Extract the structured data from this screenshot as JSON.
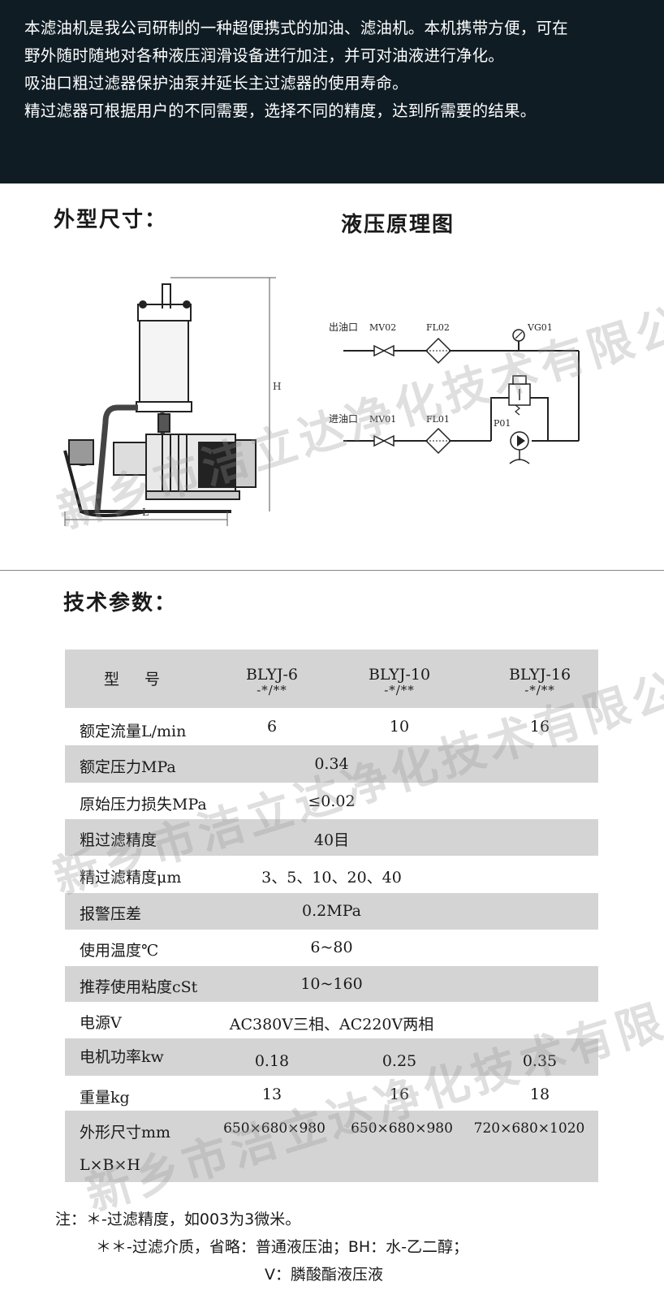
{
  "intro": {
    "lines": [
      "本滤油机是我公司研制的一种超便携式的加油、滤油机。本机携带方便，可在",
      "野外随时随地对各种液压润滑设备进行加注，并可对油液进行净化。",
      "吸油口粗过滤器保护油泵并延长主过滤器的使用寿命。",
      "精过滤器可根据用户的不同需要，选择不同的精度，达到所需要的结果。"
    ]
  },
  "sections": {
    "dimensions_title": "外型尺寸：",
    "schematic_title": "液压原理图",
    "specs_title": "技术参数："
  },
  "drawing": {
    "height_label": "H",
    "length_label": "L"
  },
  "schematic": {
    "outlet_label": "出油口",
    "inlet_label": "进油口",
    "mv02": "MV02",
    "mv01": "MV01",
    "fl02": "FL02",
    "fl01": "FL01",
    "vg01": "VG01",
    "p01": "P01"
  },
  "watermark": "新乡市洁立达净化技术有限公司",
  "table": {
    "header": {
      "label": "型　号",
      "models": [
        "BLYJ-6",
        "BLYJ-10",
        "BLYJ-16"
      ],
      "model_suffix": "-*/**"
    },
    "rows": [
      {
        "label": "额定流量L/min",
        "values": [
          "6",
          "10",
          "16"
        ]
      },
      {
        "label": "额定压力MPa",
        "value": "0.34"
      },
      {
        "label": "原始压力损失MPa",
        "value": "≤0.02"
      },
      {
        "label": "粗过滤精度",
        "value": "40目"
      },
      {
        "label": "精过滤精度μm",
        "value": "3、5、10、20、40"
      },
      {
        "label": "报警压差",
        "value": "0.2MPa"
      },
      {
        "label": "使用温度℃",
        "value": "6~80"
      },
      {
        "label": "推荐使用粘度cSt",
        "value": "10~160"
      },
      {
        "label": "电源V",
        "value": "AC380V三相、AC220V两相"
      },
      {
        "label": "电机功率kw",
        "values": [
          "0.18",
          "0.25",
          "0.35"
        ]
      },
      {
        "label": "重量kg",
        "values": [
          "13",
          "16",
          "18"
        ]
      },
      {
        "label": "外形尺寸mm",
        "label2": "L×B×H",
        "values": [
          "650×680×980",
          "650×680×980",
          "720×680×1020"
        ]
      }
    ]
  },
  "notes": {
    "line1": "注：＊-过滤精度，如003为3微米。",
    "line2": "＊＊-过滤介质，省略：普通液压油；BH：水-乙二醇；",
    "line3": "V：膦酸酯液压液"
  }
}
